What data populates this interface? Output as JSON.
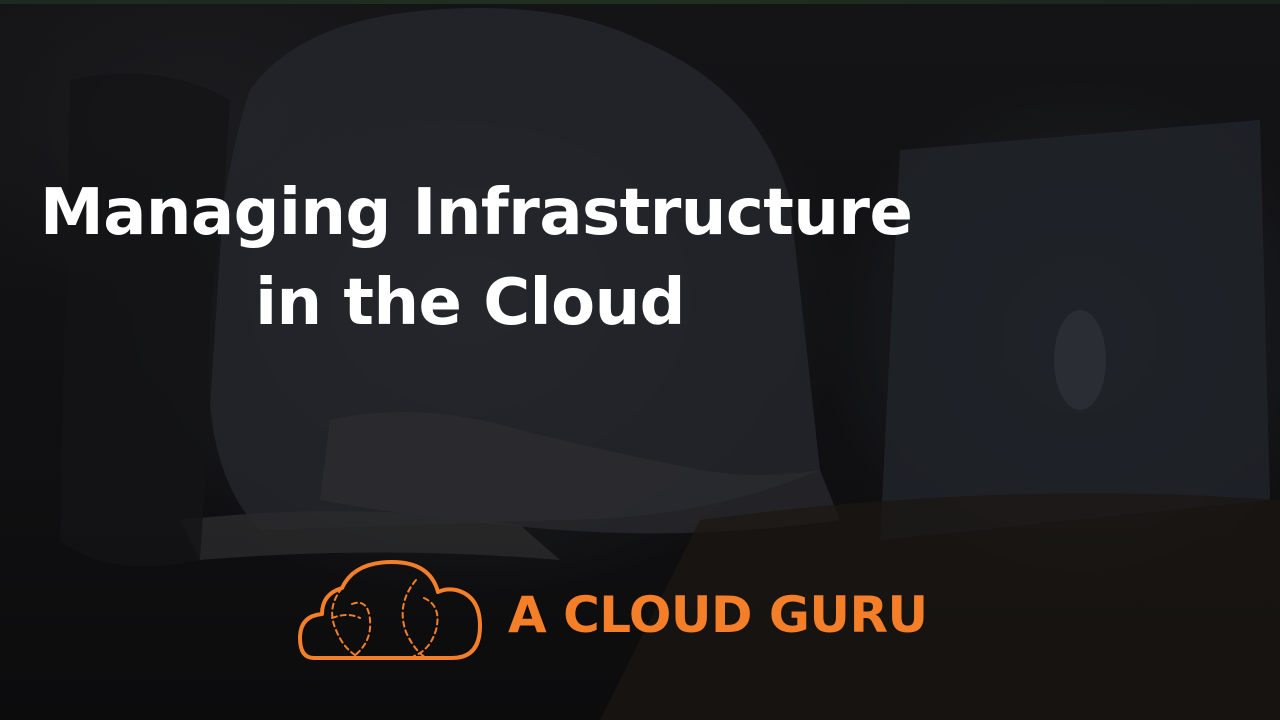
{
  "slide": {
    "title_line_1": "Managing Infrastructure",
    "title_line_2": "in the Cloud"
  },
  "brand": {
    "name": "A CLOUD GURU",
    "logo_icon": "cloud-logo-icon",
    "accent_color": "#f47f28"
  },
  "background": {
    "image": "dimmed-photo-person-with-laptop",
    "tint_color": "#121214"
  }
}
